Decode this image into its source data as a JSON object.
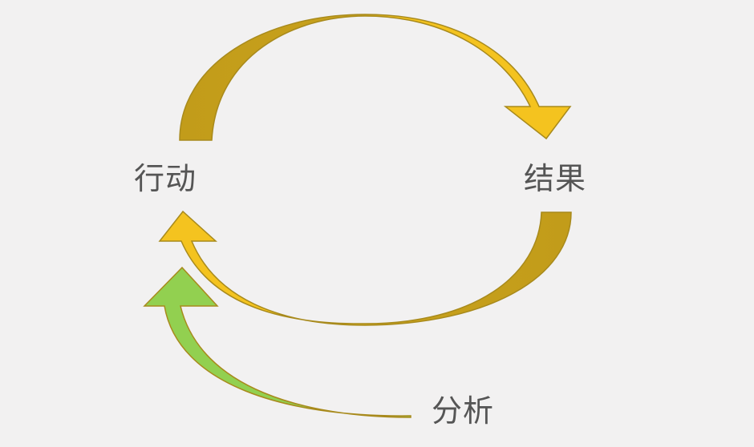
{
  "diagram": {
    "nodes": {
      "action": "行动",
      "result": "结果",
      "analysis": "分析"
    },
    "edges": [
      {
        "from": "action",
        "to": "result",
        "color": "#f4c31f",
        "shadow": "#c29c1a"
      },
      {
        "from": "result",
        "to": "action",
        "color": "#f4c31f",
        "shadow": "#c29c1a"
      },
      {
        "from": "analysis",
        "to": "action",
        "color": "#92d050",
        "shadow": "#6ea234"
      }
    ],
    "colors": {
      "background": "#f2f1f1",
      "text": "#555555",
      "arrow_outline": "#a88a1c"
    }
  }
}
